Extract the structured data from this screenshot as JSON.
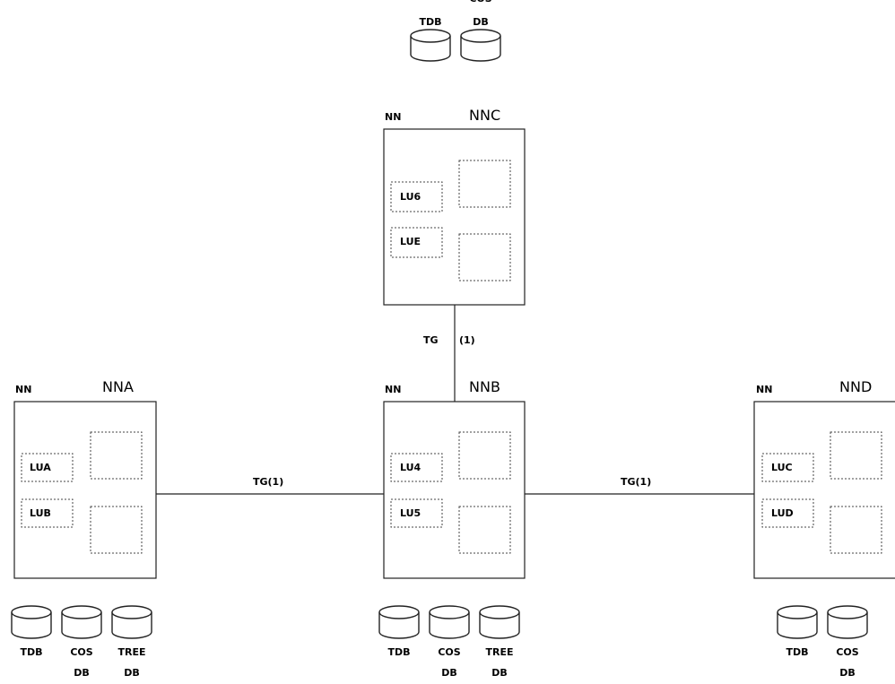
{
  "nodes": {
    "nnc": {
      "type": "NN",
      "name": "NNC",
      "lus": [
        "LU6",
        "LUE"
      ],
      "dbs": [
        "TDB",
        "COS|DB"
      ]
    },
    "nna": {
      "type": "NN",
      "name": "NNA",
      "lus": [
        "LUA",
        "LUB"
      ],
      "dbs": [
        "TDB",
        "COS|DB",
        "TREE|DB"
      ]
    },
    "nnb": {
      "type": "NN",
      "name": "NNB",
      "lus": [
        "LU4",
        "LU5"
      ],
      "dbs": [
        "TDB",
        "COS|DB",
        "TREE|DB"
      ]
    },
    "nnd": {
      "type": "NN",
      "name": "NND",
      "lus": [
        "LUC",
        "LUD"
      ],
      "dbs": [
        "TDB",
        "COS|DB"
      ]
    }
  },
  "links": {
    "ab": "TG(1)",
    "bd": "TG(1)",
    "cb_tg": "TG",
    "cb_num": "(1)"
  }
}
